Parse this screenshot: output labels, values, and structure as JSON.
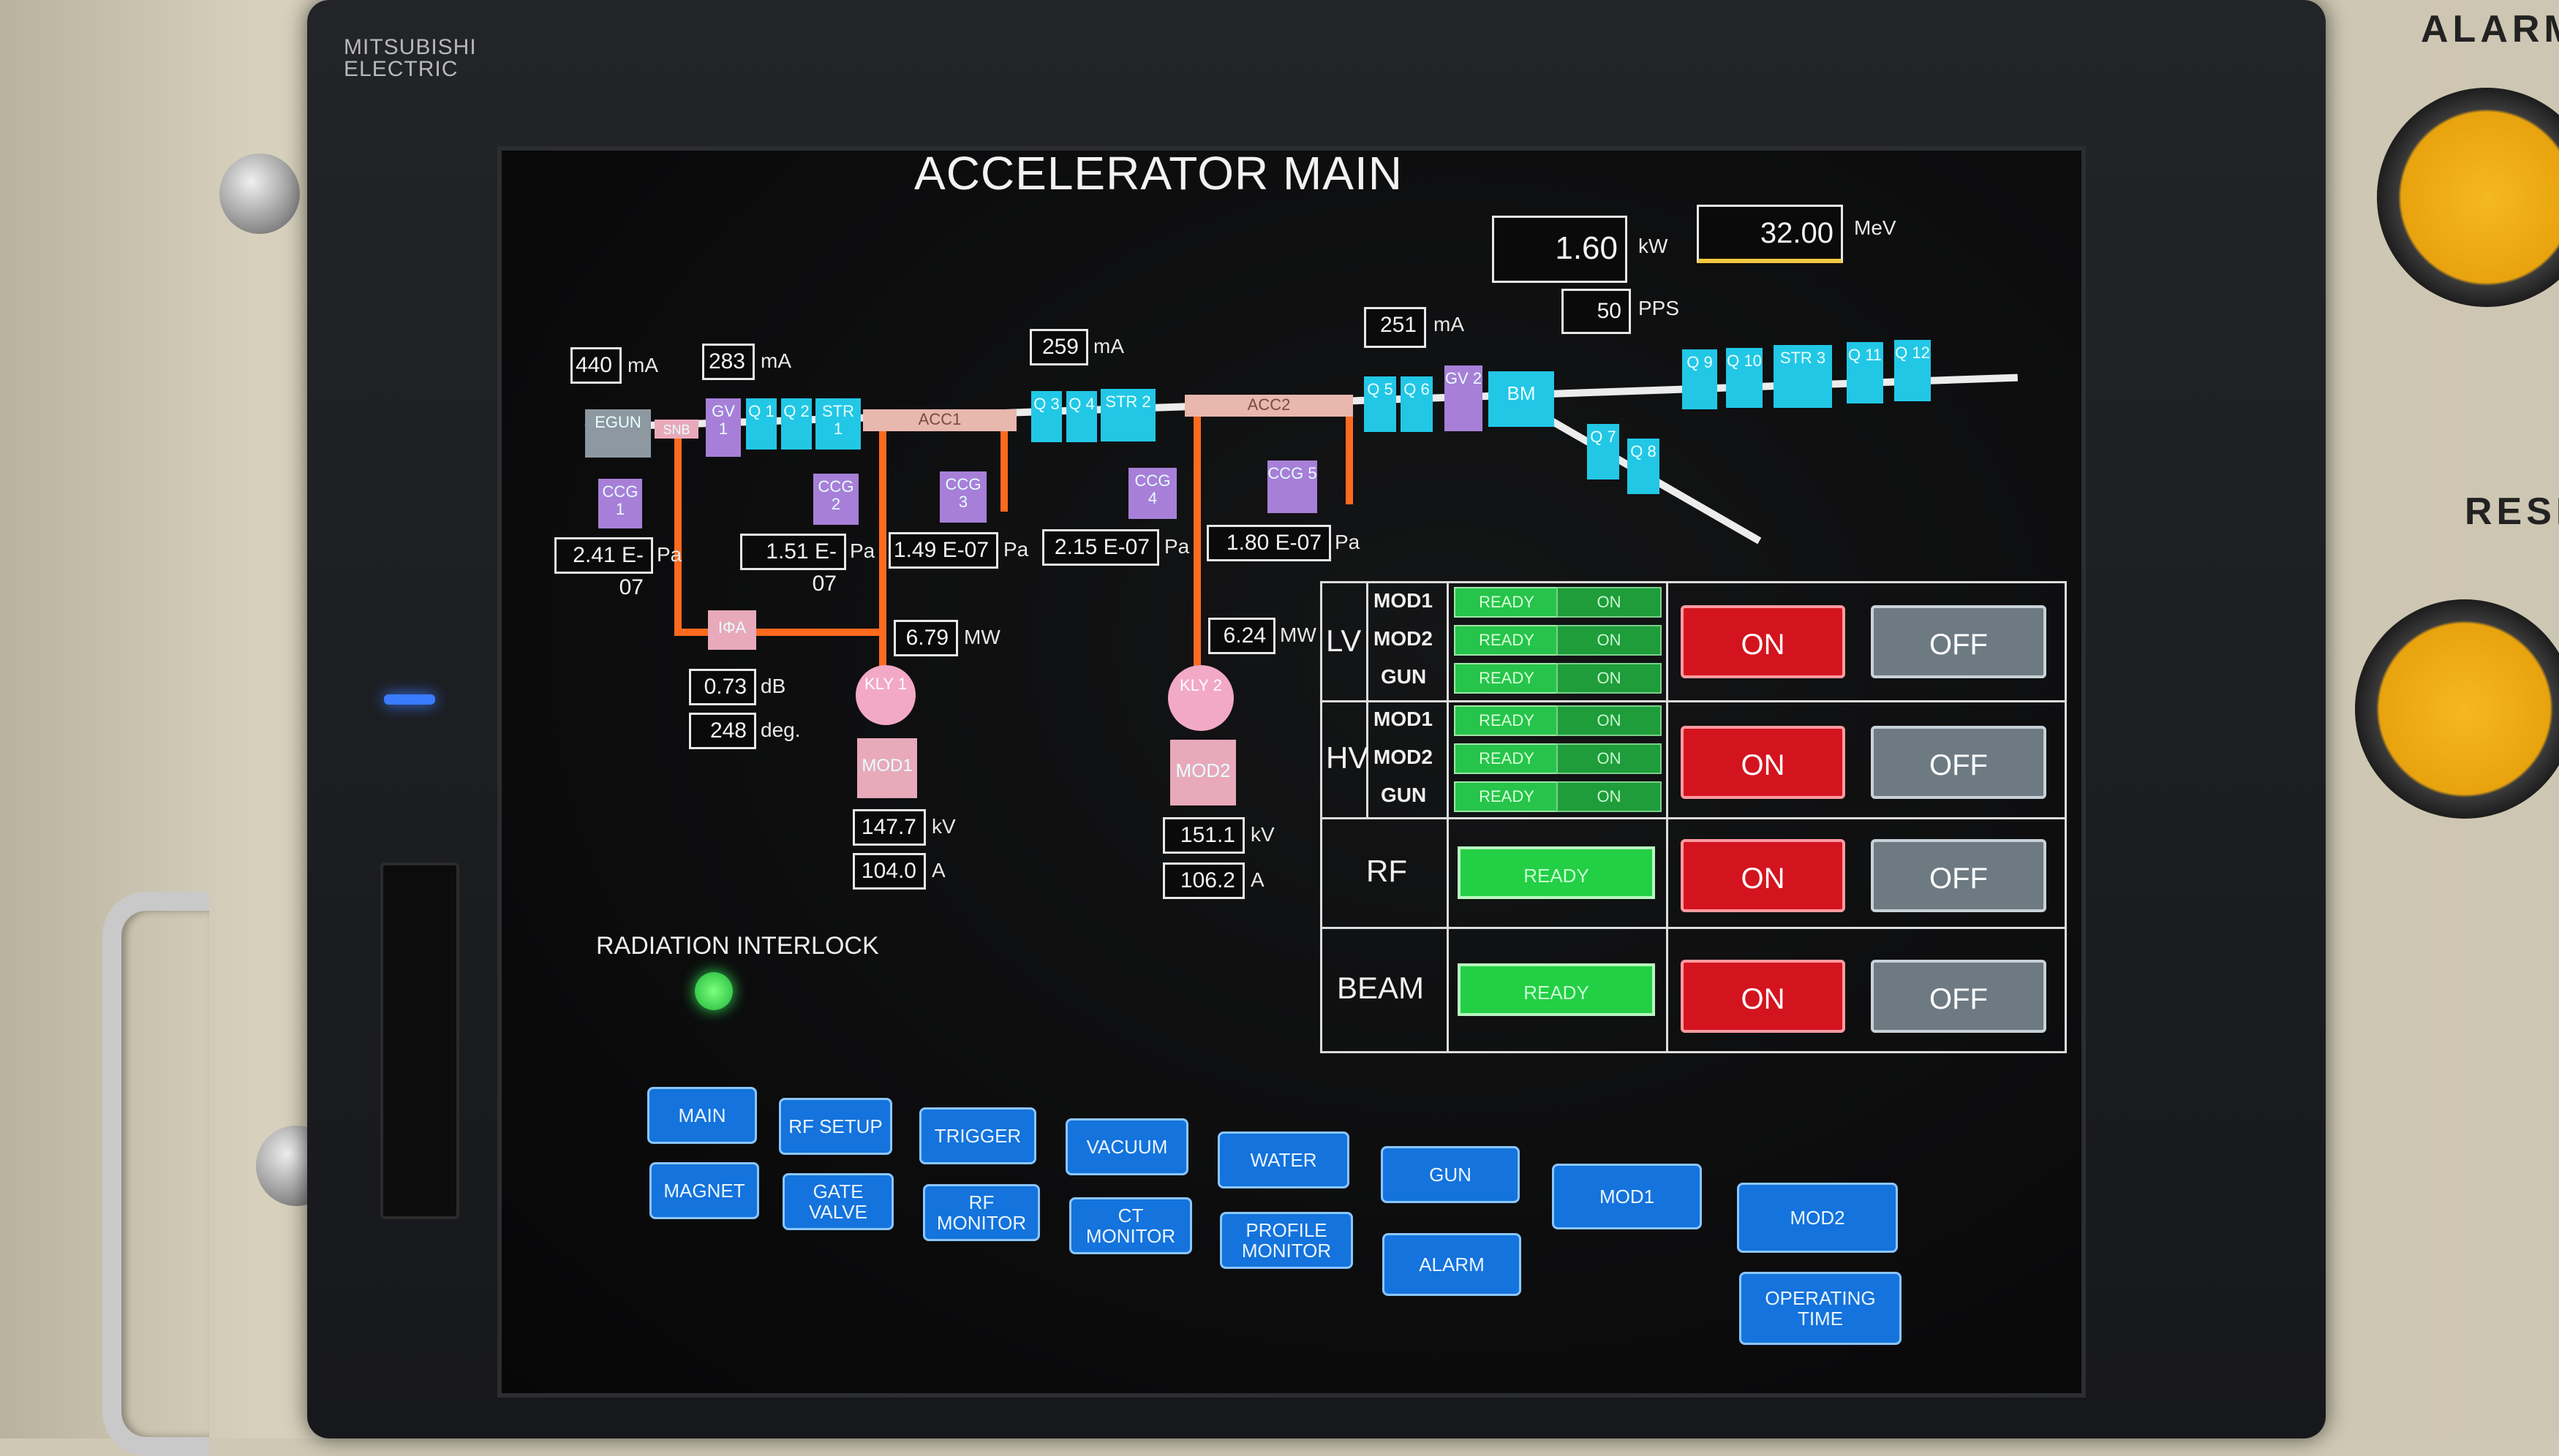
{
  "brand": {
    "line1": "MITSUBISHI",
    "line2": "ELECTRIC"
  },
  "side": {
    "alarm": "ALARM",
    "reset": "RESE"
  },
  "title": "ACCELERATOR MAIN",
  "top_readouts": {
    "power_value": "1.60",
    "power_unit": "kW",
    "energy_value": "32.00",
    "energy_unit": "MeV",
    "rate_value": "50",
    "rate_unit": "PPS"
  },
  "currents": [
    {
      "value": "440",
      "unit": "mA"
    },
    {
      "value": "283",
      "unit": "mA"
    },
    {
      "value": "259",
      "unit": "mA"
    },
    {
      "value": "251",
      "unit": "mA"
    }
  ],
  "pressures": [
    {
      "value": "2.41 E-07",
      "unit": "Pa"
    },
    {
      "value": "1.51 E-07",
      "unit": "Pa"
    },
    {
      "value": "1.49 E-07",
      "unit": "Pa"
    },
    {
      "value": "2.15 E-07",
      "unit": "Pa"
    },
    {
      "value": "1.80 E-07",
      "unit": "Pa"
    }
  ],
  "components": {
    "egun": "EGUN",
    "snb": "SNB",
    "gv1": "GV 1",
    "q1": "Q 1",
    "q2": "Q 2",
    "str1": "STR 1",
    "acc1": "ACC1",
    "q3": "Q 3",
    "q4": "Q 4",
    "str2": "STR 2",
    "acc2": "ACC2",
    "q5": "Q 5",
    "q6": "Q 6",
    "gv2": "GV 2",
    "bm": "BM",
    "q7": "Q 7",
    "q8": "Q 8",
    "q9": "Q 9",
    "q10": "Q 10",
    "str3": "STR 3",
    "q11": "Q 11",
    "q12": "Q 12",
    "ccg1": "CCG 1",
    "ccg2": "CCG 2",
    "ccg3": "CCG 3",
    "ccg4": "CCG 4",
    "ccg5": "CCG 5",
    "phase": "IΦA",
    "kly1": "KLY 1",
    "kly2": "KLY 2",
    "mod1": "MOD1",
    "mod2": "MOD2"
  },
  "rf": {
    "mw1_value": "6.79",
    "mw1_unit": "MW",
    "mw2_value": "6.24",
    "mw2_unit": "MW",
    "db_value": "0.73",
    "db_unit": "dB",
    "deg_value": "248",
    "deg_unit": "deg."
  },
  "modulators": {
    "mod1_kv": "147.7",
    "mod1_a": "104.0",
    "mod2_kv": "151.1",
    "mod2_a": "106.2",
    "kv_unit": "kV",
    "a_unit": "A"
  },
  "radiation": {
    "label": "RADIATION INTERLOCK",
    "status_color": "#33dd55"
  },
  "panel": {
    "lv": {
      "label": "LV",
      "rows": [
        {
          "name": "MOD1",
          "ready": "READY",
          "state": "ON"
        },
        {
          "name": "MOD2",
          "ready": "READY",
          "state": "ON"
        },
        {
          "name": "GUN",
          "ready": "READY",
          "state": "ON"
        }
      ]
    },
    "hv": {
      "label": "HV",
      "rows": [
        {
          "name": "MOD1",
          "ready": "READY",
          "state": "ON"
        },
        {
          "name": "MOD2",
          "ready": "READY",
          "state": "ON"
        },
        {
          "name": "GUN",
          "ready": "READY",
          "state": "ON"
        }
      ]
    },
    "rf": {
      "label": "RF",
      "ready": "READY"
    },
    "beam": {
      "label": "BEAM",
      "ready": "READY"
    },
    "on_label": "ON",
    "off_label": "OFF"
  },
  "nav": {
    "main": "MAIN",
    "rf_setup": "RF SETUP",
    "trigger": "TRIGGER",
    "vacuum": "VACUUM",
    "water": "WATER",
    "gun": "GUN",
    "mod1": "MOD1",
    "mod2": "MOD2",
    "magnet": "MAGNET",
    "gate_valve": "GATE VALVE",
    "rf_monitor": "RF MONITOR",
    "ct_monitor": "CT MONITOR",
    "profile_monitor": "PROFILE MONITOR",
    "alarm": "ALARM",
    "operating_time": "OPERATING TIME"
  }
}
